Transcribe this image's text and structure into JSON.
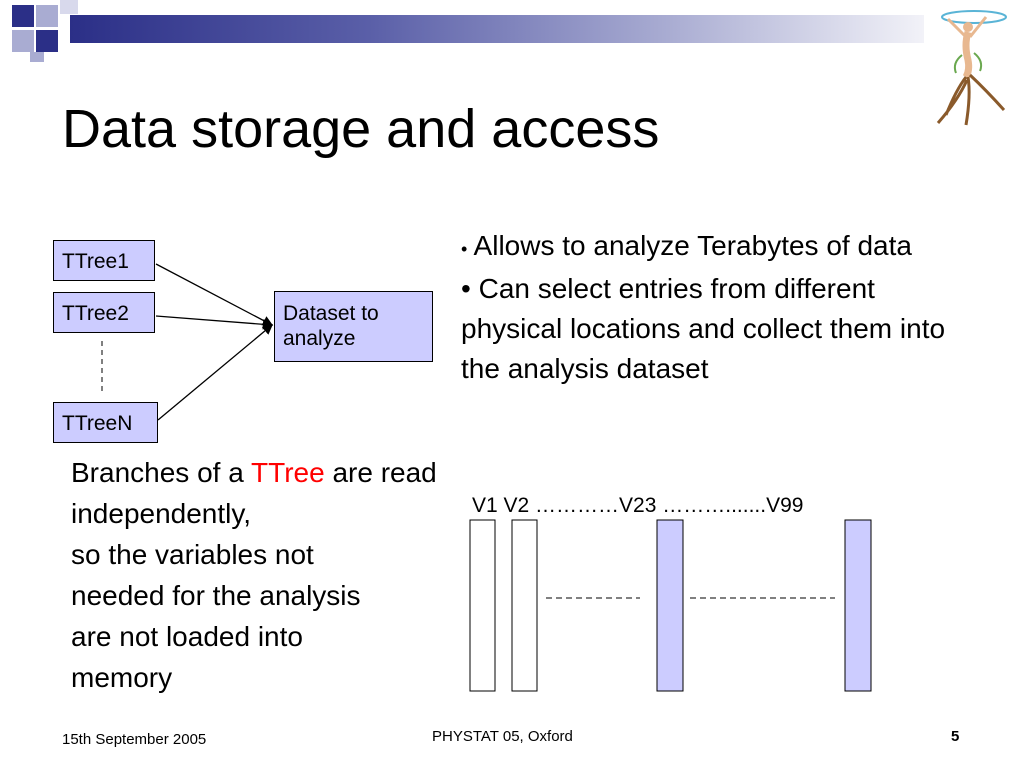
{
  "slide": {
    "title": "Data storage and access",
    "trees": [
      "TTree1",
      "TTree2",
      "TTreeN"
    ],
    "dataset_box": [
      "Dataset to",
      "analyze"
    ],
    "bullets": [
      {
        "bullet": "•",
        "text": "Allows to analyze Terabytes of data"
      },
      {
        "bullet": "•",
        "text": "Can select entries from different physical locations and collect them into the analysis dataset"
      }
    ],
    "branches_text": {
      "part1": "Branches of a ",
      "highlight": "TTree",
      "part2": " are read independently,",
      "rest": [
        "so the variables not",
        "needed for the analysis",
        "are not loaded into",
        "memory"
      ]
    },
    "variables_header": "V1 V2 …………V23 ……….......V99"
  },
  "colors": {
    "box_fill": "#ccccff",
    "highlight": "#ff0000",
    "bar_dark": "#2b2f87"
  },
  "footer": {
    "date": "15th September 2005",
    "event": "PHYSTAT 05, Oxford",
    "page": "5"
  },
  "icons": {
    "logo": "root-tree-figure-icon"
  }
}
